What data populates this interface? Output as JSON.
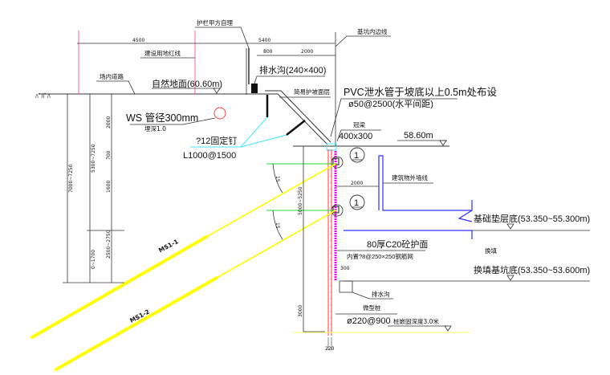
{
  "colors": {
    "line": "#222222",
    "red": "#ff3b3b",
    "pink": "#ff6e8a",
    "magenta": "#ff00ff",
    "cyan": "#3fe8ff",
    "green": "#2fd42f",
    "yellow": "#ffff00",
    "blue": "#3030ff",
    "gray": "#888888"
  },
  "top_dims": {
    "d4500": "4500",
    "d5400": "5400",
    "d800": "800",
    "d2000": "2000"
  },
  "labels": {
    "guardrail": "护栏甲方自理",
    "boundary_line": "建设用地红线",
    "pit_inner_edge": "基坑内边线",
    "road": "场内道路",
    "natural_ground": "自然地面(60.60m)",
    "drain_ditch_top": "排水沟(240×400)",
    "simple_slope": "简易护坡面层",
    "pvc_line1": "PVC泄水管于坡底以上0.5m处布设",
    "pvc_line2": "ø50@2500(水平间距)",
    "ws_line1": "WS 管径300mm",
    "ws_line2": "埋深1.0",
    "nail_line1": "?12固定钉",
    "nail_line2": "L1000@1500",
    "crown_beam": "冠梁",
    "crown_size": "400x300",
    "elev_top": "58.60m",
    "detail_1": "1",
    "detail_2": "1",
    "building_wall": "建筑物外墙线",
    "dim_2000": "2000",
    "foundation_bottom": "基础垫层底(53.350~55.300m)",
    "backfill": "换填",
    "backfill_bottom": "换填基坑底(53.350~53.600m)",
    "shotcrete_line1": "80厚C20砼护面",
    "shotcrete_line2": "内置?8@250×250钢筋网",
    "dim_300": "300",
    "drain_ditch": "排水沟",
    "micro_pile": "微型桩",
    "pile_spec": "ø220@900",
    "pile_embed": "桩嵌固深度3.0米",
    "dim_220": "220",
    "anchor_1": "MS1-1",
    "anchor_2": "MS1-2",
    "angle_1": "15",
    "angle_2": "15",
    "soil_hatch": "ﾊﾞﾊﾞﾊ"
  },
  "left_dims": {
    "total": "7000~7250",
    "upper": "5300~7250",
    "lower": "0~1700",
    "s2000": "2000",
    "s700": "700",
    "s1600": "1600",
    "s2500": "2500~2750",
    "pile_range": "5000~5250",
    "s3000": "3000"
  }
}
